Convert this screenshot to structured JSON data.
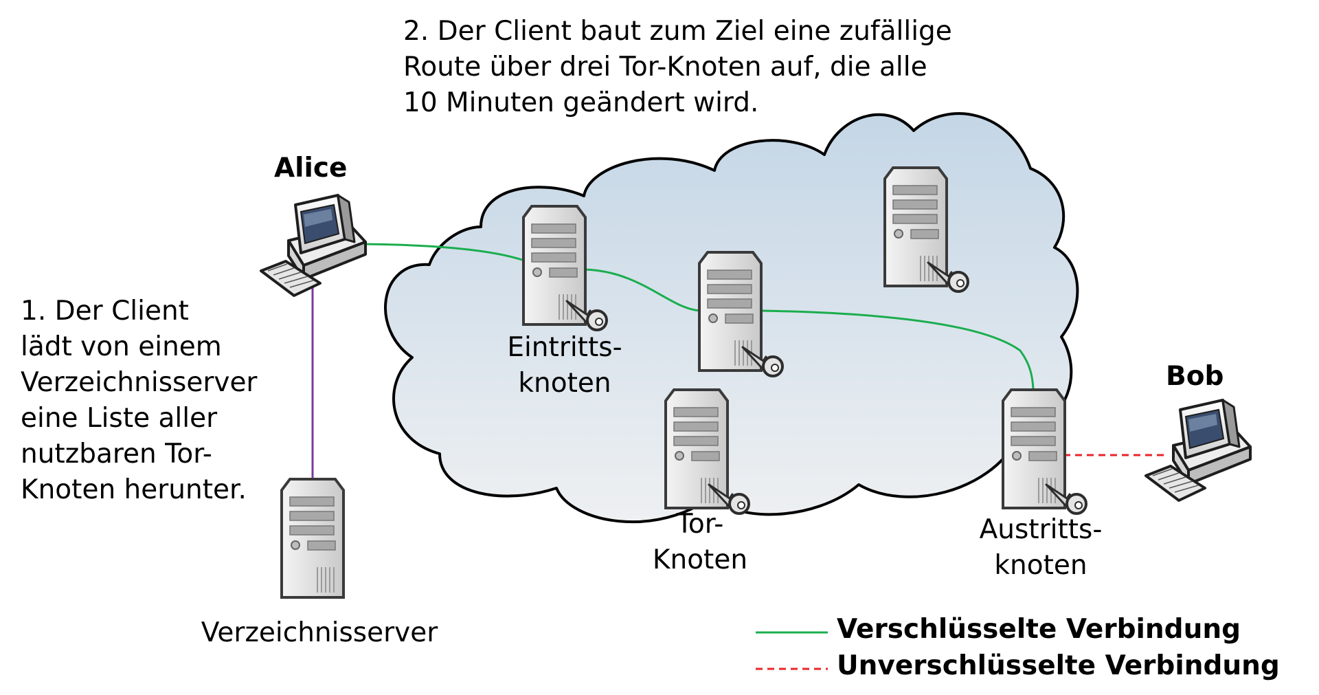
{
  "step2": "2. Der Client baut zum Ziel eine zufällige\nRoute über drei Tor-Knoten auf, die alle\n10 Minuten geändert wird.",
  "step1": "1. Der Client\nlädt von einem\nVerzeichnisserver\neine Liste aller\nnutzbaren Tor-\nKnoten herunter.",
  "alice": "Alice",
  "bob": "Bob",
  "entry_node": "Eintritts-\nknoten",
  "tor_node": "Tor-\nKnoten",
  "exit_node": "Austritts-\nknoten",
  "directory_server": "Verzeichnisserver",
  "legend": {
    "encrypted": "Verschlüsselte Verbindung",
    "unencrypted": "Unverschlüsselte Verbindung"
  },
  "colors": {
    "encrypted_line": "#1aad4d",
    "unencrypted_line": "#e8262a",
    "directory_line": "#7b3a9e",
    "cloud_top": "#c4d6e6",
    "cloud_bottom": "#eef0f2"
  },
  "icons": [
    "computer-icon",
    "server-icon",
    "key-icon",
    "cloud-shape"
  ]
}
